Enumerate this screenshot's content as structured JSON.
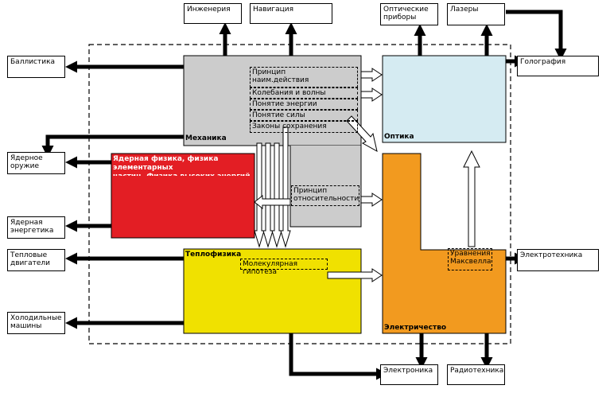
{
  "colors": {
    "mechanics": "#cccccc",
    "optics": "#d5ebf2",
    "nuclear": "#e31e24",
    "thermo": "#f0e100",
    "electricity": "#f29a1f"
  },
  "areas": {
    "mechanics": "Механика",
    "optics": "Оптика",
    "nuclear": "Ядерная физика, физика элементарных\nчастиц, Физика высоких энергий",
    "thermo": "Теплофизика",
    "electricity": "Электричество"
  },
  "concepts": {
    "principle_action": "Принцип\nнаим.действия",
    "oscillations": "Колебания и волны",
    "energy": "Понятие энергии",
    "force": "Понятие силы",
    "conservation": "Законы сохранения",
    "relativity": "Принцип\nотносительности",
    "molecular": "Молекулярная гипотеза",
    "maxwell": "Уравнения\nМаксвелла"
  },
  "applications": {
    "engineering": "Инженерия",
    "navigation": "Навигация",
    "optical_devices": "Оптические\nприборы",
    "lasers": "Лазеры",
    "ballistics": "Баллистика",
    "holography": "Голография",
    "nuclear_weapons": "Ядерное\nоружие",
    "nuclear_energy": "Ядерная\nэнергетика",
    "heat_engines": "Тепловые\nдвигатели",
    "electrical_engineering": "Электротехника",
    "refrigerators": "Холодильные\nмашины",
    "electronics": "Электроника",
    "radio_engineering": "Радиотехника"
  }
}
